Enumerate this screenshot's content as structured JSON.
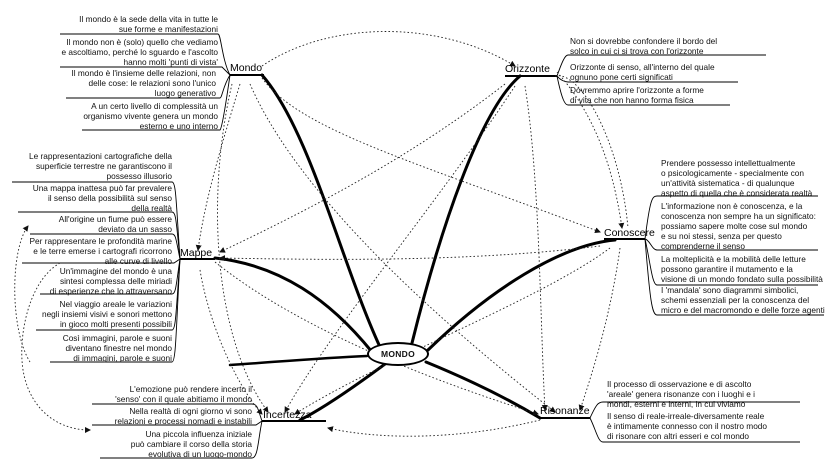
{
  "center": {
    "label": "MONDO"
  },
  "topics": {
    "mondo": {
      "label": "Mondo",
      "notes": [
        [
          "Il mondo è la sede della vita in tutte le",
          "sue forme e manifestazioni"
        ],
        [
          "Il mondo non è (solo) quello che vediamo",
          "e ascoltiamo, perché lo sguardo e l'ascolto",
          "hanno molti 'punti di vista'"
        ],
        [
          "Il mondo è l'insieme delle relazioni, non",
          "delle cose: le relazioni sono l'unico",
          "luogo generativo"
        ],
        [
          "A un certo livello di complessità un",
          "organismo vivente genera un mondo",
          "esterno e uno interno"
        ]
      ]
    },
    "mappe": {
      "label": "Mappe",
      "notes": [
        [
          "Le rappresentazioni cartografiche della",
          "superficie terrestre ne garantiscono il",
          "possesso illusorio"
        ],
        [
          "Una mappa inattesa può far prevalere",
          "il senso della possibilità sul senso",
          "della realtà"
        ],
        [
          "All'origine un fiume può essere",
          "deviato da un sasso"
        ],
        [
          "Per rappresentare le profondità marine",
          "e le terre emerse i cartografi ricorrono",
          "alle curve di livello"
        ],
        [
          "Un'immagine del mondo è una",
          "sintesi complessa delle miriadi",
          "di esperienze che lo attraversano"
        ],
        [
          "Nel viaggio areale le variazioni",
          "negli insiemi visivi e sonori mettono",
          "in gioco molti presenti possibili"
        ],
        [
          "Così immagini, parole e suoni",
          "diventano finestre nel mondo",
          "di immagini, parole e suoni"
        ]
      ]
    },
    "incertezza": {
      "label": "Incertezza",
      "notes": [
        [
          "L'emozione può rendere incerto il",
          "'senso' con il quale abitiamo il mondo"
        ],
        [
          "Nella realtà di ogni giorno vi sono",
          "relazioni e processi nomadi e instabili"
        ],
        [
          "Una piccola influenza iniziale",
          "può cambiare il corso della storia",
          "evolutiva di un luogo-mondo"
        ]
      ]
    },
    "orizzonte": {
      "label": "Orizzonte",
      "notes": [
        [
          "Non si dovrebbe confondere il bordo del",
          "solco in cui ci si trova con l'orizzonte"
        ],
        [
          "Orizzonte di senso, all'interno del quale",
          "ognuno pone certi significati"
        ],
        [
          "Dovremmo aprire l'orizzonte a forme",
          "di vita che non hanno forma fisica"
        ]
      ]
    },
    "conoscere": {
      "label": "Conoscere",
      "notes": [
        [
          "Prendere possesso intellettualmente",
          "o psicologicamente - specialmente con",
          "un'attività sistematica - di qualunque",
          "aspetto di quella che è considerata realtà"
        ],
        [
          "L'informazione non è conoscenza, e la",
          "conoscenza non sempre ha un significato:",
          "possiamo sapere molte cose sul mondo",
          "e su noi stessi, senza per questo",
          "comprenderne il senso"
        ],
        [
          "La molteplicità e la mobilità delle letture",
          "possono garantire il mutamento e la",
          "visione di un mondo fondato sulla possibilità"
        ],
        [
          "I 'mandala' sono diagrammi simbolici,",
          "schemi essenziali per la conoscenza del",
          "micro e del macromondo e delle forze agenti"
        ]
      ]
    },
    "risonanze": {
      "label": "Risonanze",
      "notes": [
        [
          "Il processo di osservazione e di ascolto",
          "'areale' genera risonanze con i luoghi e i",
          "mondi, esterni e interni, in cui viviamo"
        ],
        [
          "Il senso di reale-irreale-diversamente reale",
          "è intimamente connesso con il nostro modo",
          "di risonare con altri esseri e col mondo"
        ]
      ]
    }
  }
}
